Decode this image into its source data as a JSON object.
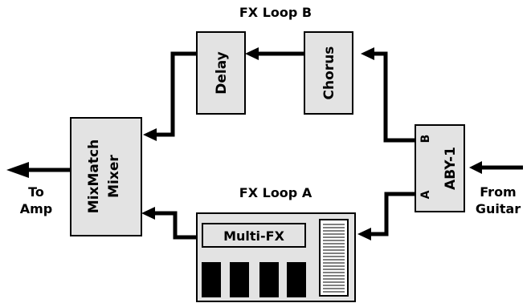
{
  "diagram": {
    "loop_b_label": "FX Loop B",
    "loop_a_label": "FX Loop A",
    "delay_label": "Delay",
    "chorus_label": "Chorus",
    "aby_label": "ABY-1",
    "aby_port_a": "A",
    "aby_port_b": "B",
    "mixer_line1": "MixMatch",
    "mixer_line2": "Mixer",
    "multifx_label": "Multi-FX",
    "to_amp_line1": "To",
    "to_amp_line2": "Amp",
    "from_guitar_line1": "From",
    "from_guitar_line2": "Guitar"
  }
}
